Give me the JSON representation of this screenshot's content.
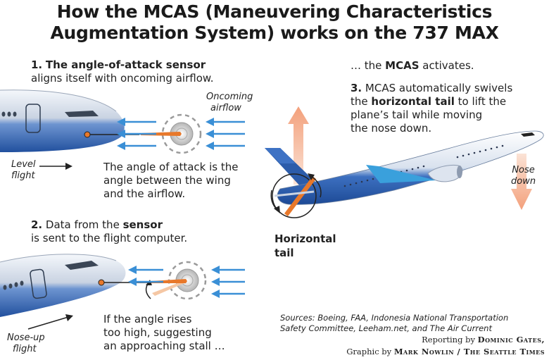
{
  "title": {
    "line1": "How the MCAS (Maneuvering Characteristics",
    "line2": "Augmentation System) works on the 737 MAX"
  },
  "step1": {
    "number": "1.",
    "bold": "The angle-of-attack sensor",
    "rest": "aligns itself with oncoming airflow."
  },
  "oncoming_airflow": {
    "line1": "Oncoming",
    "line2": "airflow"
  },
  "level_flight": {
    "line1": "Level",
    "line2": "flight"
  },
  "aoa_explain": {
    "line1": "The angle of attack is the",
    "line2": "angle between the wing",
    "line3": "and the airflow."
  },
  "step2": {
    "number": "2.",
    "pre": "Data from the ",
    "bold": "sensor",
    "line2": "is sent to the flight computer."
  },
  "noseup_flight": {
    "line1": "Nose-up",
    "line2": "flight"
  },
  "angle_rises": {
    "line1": "If the angle rises",
    "line2": "too high, suggesting",
    "line3": "an approaching stall …"
  },
  "mcas_activates": {
    "pre": "… the ",
    "bold": "MCAS",
    "post": " activates."
  },
  "step3": {
    "number": "3.",
    "line1": "MCAS automatically swivels",
    "line2_pre": "the ",
    "line2_bold": "horizontal tail",
    "line2_post": " to lift the",
    "line3": "plane’s tail while moving",
    "line4": "the nose down."
  },
  "horizontal_tail": {
    "line1": "Horizontal",
    "line2": "tail"
  },
  "nose_down": {
    "line1": "Nose",
    "line2": "down"
  },
  "sources": {
    "line1": "Sources: Boeing, FAA, Indonesia National Transportation",
    "line2": "Safety Committee, Leeham.net, and The Air Current"
  },
  "credit": {
    "line1_pre": "Reporting by ",
    "line1_name": "Dominic Gates,",
    "line2_pre": "Graphic by ",
    "line2_name": "Mark Nowlin / The Seattle Times"
  },
  "colors": {
    "fuselage_blue": "#2f63b3",
    "airflow_arrow": "#3a8fd6",
    "sensor_orange": "#e8782a",
    "big_arrow_peach": "#f6b596",
    "tail_blue": "#3aa0dc"
  }
}
